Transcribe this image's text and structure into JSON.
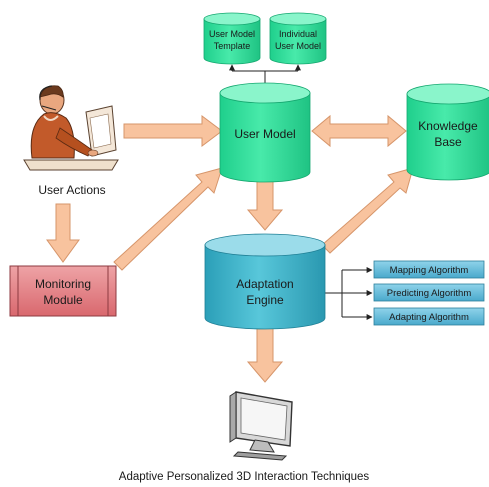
{
  "colors": {
    "cylinder_green": "#33e0a0",
    "cylinder_top_green": "#7cf2c5",
    "engine_blue": "#3bb3c9",
    "engine_top_blue": "#8fd9e6",
    "arrow_fill": "#f7c19a",
    "arrow_stroke": "#d9966a",
    "monitor_fill": "#e07b80",
    "algo_fill": "#5fb8d6"
  },
  "nodes": {
    "user_model_template": [
      "User Model",
      "Template"
    ],
    "individual_user_model": [
      "Individual",
      "User Model"
    ],
    "user_model": "User Model",
    "knowledge_base": [
      "Knowledge",
      "Base"
    ],
    "user_actions": "User Actions",
    "monitoring_module": [
      "Monitoring",
      "Module"
    ],
    "adaptation_engine": [
      "Adaptation",
      "Engine"
    ]
  },
  "algorithms": [
    "Mapping Algorithm",
    "Predicting Algorithm",
    "Adapting Algorithm"
  ],
  "caption": "Adaptive Personalized 3D Interaction Techniques",
  "icons": {
    "user": "person-at-computer-icon",
    "display": "monitor-icon"
  }
}
